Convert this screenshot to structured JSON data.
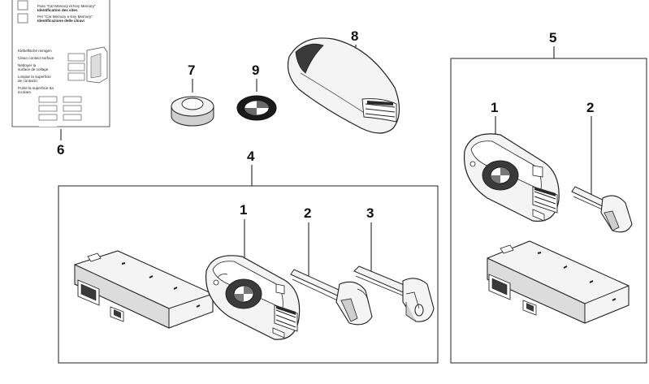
{
  "callouts": {
    "c1a": "1",
    "c2a": "2",
    "c3": "3",
    "c4": "4",
    "c1b": "1",
    "c2b": "2",
    "c5": "5",
    "c6": "6",
    "c7": "7",
    "c8": "8",
    "c9": "9"
  },
  "manual": {
    "line1": "Para \"Car Memory et Key Memory\"",
    "line2": "Identification des sites",
    "line3": "Per \"Car Memory e Key Memory\"",
    "line4": "Identificazione delle chiavi",
    "clean1": "Klebefläche reinigen",
    "clean2": "Clean contact surface",
    "clean3": "Nettoyer la",
    "clean4": "surface de collage",
    "clean5": "Limpiar la superficie",
    "clean6": "de contacto",
    "clean7": "Pulire la superficie da",
    "clean8": "incolare"
  },
  "colors": {
    "line": "#111111",
    "part_fill": "#f4f4f4",
    "shade": "#cfcfcf",
    "dark": "#3a3a3a"
  },
  "icons": [
    "bmw-roundel-icon",
    "key-fob-icon",
    "coin-battery-icon",
    "control-module-icon"
  ]
}
